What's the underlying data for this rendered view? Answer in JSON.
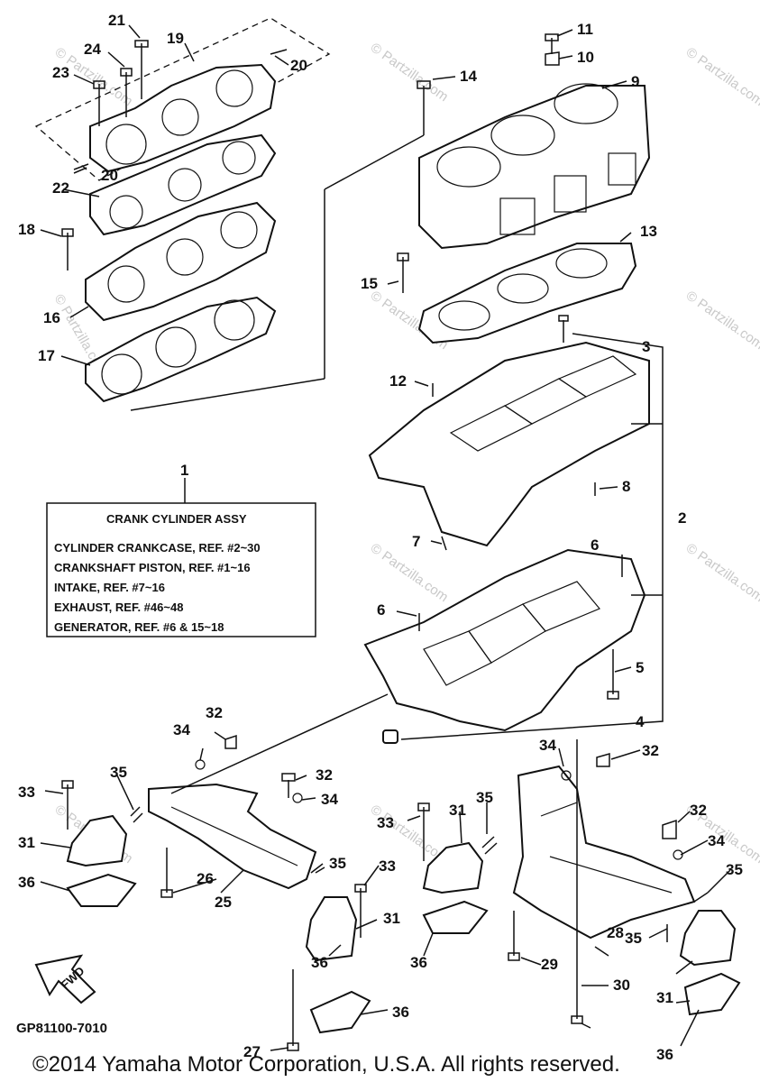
{
  "diagram": {
    "footer": "©2014 Yamaha Motor Corporation, U.S.A. All rights reserved.",
    "drawing_code": "GP81100-7010",
    "fwd_label": "FWD",
    "watermark": "© Partzilla.com",
    "legend": {
      "ref_number": "1",
      "title": "CRANK CYLINDER ASSY",
      "lines": [
        "CYLINDER CRANKCASE, REF. #2~30",
        "CRANKSHAFT PISTON,   REF. #1~16",
        "INTAKE,      REF. #7~16",
        "EXHAUST, REF.  #46~48",
        "GENERATOR, REF. #6 & 15~18"
      ]
    },
    "callouts": {
      "n2": "2",
      "n3": "3",
      "n4": "4",
      "n5": "5",
      "n6a": "6",
      "n6b": "6",
      "n7": "7",
      "n8": "8",
      "n9": "9",
      "n10": "10",
      "n11": "11",
      "n12": "12",
      "n13": "13",
      "n14": "14",
      "n15": "15",
      "n16": "16",
      "n17": "17",
      "n18": "18",
      "n19": "19",
      "n20a": "20",
      "n20b": "20",
      "n21": "21",
      "n22": "22",
      "n23": "23",
      "n24": "24",
      "n25": "25",
      "n26": "26",
      "n27": "27",
      "n28": "28",
      "n29": "29",
      "n30": "30",
      "n31a": "31",
      "n31b": "31",
      "n31c": "31",
      "n31d": "31",
      "n32a": "32",
      "n32b": "32",
      "n32c": "32",
      "n32d": "32",
      "n33a": "33",
      "n33b": "33",
      "n33c": "33",
      "n34a": "34",
      "n34b": "34",
      "n34c": "34",
      "n34d": "34",
      "n35a": "35",
      "n35b": "35",
      "n35c": "35",
      "n35d": "35",
      "n35e": "35",
      "n36a": "36",
      "n36b": "36",
      "n36c": "36",
      "n36d": "36",
      "n36e": "36"
    }
  }
}
